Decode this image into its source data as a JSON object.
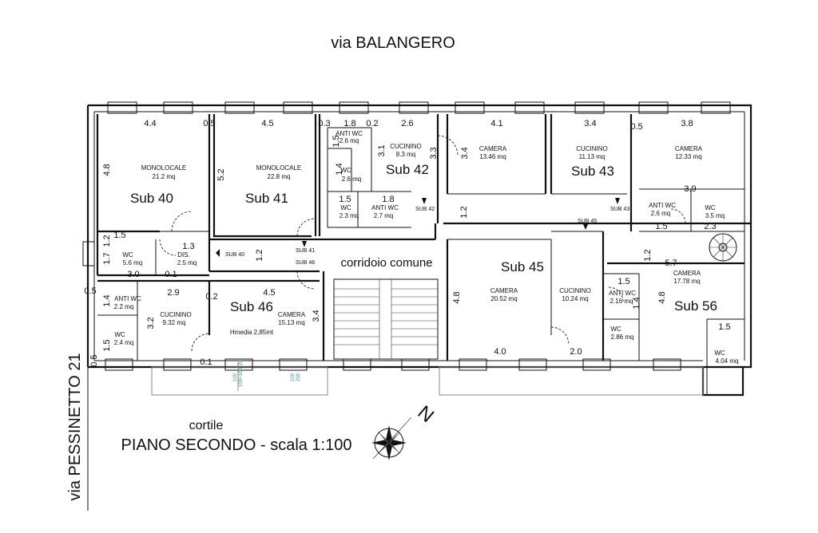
{
  "streets": {
    "top": "via BALANGERO",
    "left": "via PESSINETTO 21"
  },
  "courtyard": "cortile",
  "plan_title": "PIANO SECONDO - scala 1:100",
  "corridor": "corridoio comune",
  "north": "N",
  "average_height": "Hmedia 2,85mt",
  "subs": {
    "s40": "Sub 40",
    "s41": "Sub 41",
    "s42": "Sub 42",
    "s43": "Sub 43",
    "s45": "Sub 45",
    "s46": "Sub 46",
    "s56": "Sub 56"
  },
  "markers": {
    "m40": "SUB 40",
    "m41": "SUB 41",
    "m46": "SUB 46",
    "m42": "SUB 42",
    "m43": "SUB 43",
    "m45": "SUB 45"
  },
  "rooms": {
    "mono40_name": "MONOLOCALE",
    "mono40_area": "21.2 mq",
    "mono41_name": "MONOLOCALE",
    "mono41_area": "22.8 mq",
    "antiwc42_name": "ANTI WC",
    "antiwc42_area": "2.6 mq",
    "wc42_name": "WC",
    "wc42_area": "2.6 mq",
    "cuc42_name": "CUCININO",
    "cuc42_area": "8.3 mq",
    "wc_b_name": "WC",
    "wc_b_area": "2.3 mq",
    "antiwc_b_name": "ANTI WC",
    "antiwc_b_area": "2.7 mq",
    "cam42_name": "CAMERA",
    "cam42_area": "13.46 mq",
    "cuc43_name": "CUCININO",
    "cuc43_area": "11.13 mq",
    "cam56a_name": "CAMERA",
    "cam56a_area": "12.33 mq",
    "antiwc56_name": "ANTI WC",
    "antiwc56_area": "2.6 mq",
    "wc56a_name": "WC",
    "wc56a_area": "3.5 mq",
    "wc40_name": "WC",
    "wc40_area": "5.6 mq",
    "dis40_name": "DIS.",
    "dis40_area": "2.5 mq",
    "antiwc46_name": "ANTI WC",
    "antiwc46_area": "2.2 mq",
    "wc46_name": "WC",
    "wc46_area": "2.4 mq",
    "cuc46_name": "CUCININO",
    "cuc46_area": "9.32 mq",
    "cam46_name": "CAMERA",
    "cam46_area": "15.13 mq",
    "cam45_name": "CAMERA",
    "cam45_area": "20.52 mq",
    "cuc45_name": "CUCININO",
    "cuc45_area": "10.24 mq",
    "antiwc45_name": "ANTI WC",
    "antiwc45_area": "2.16 mq",
    "wc45_name": "WC",
    "wc45_area": "2.86 mq",
    "cam56b_name": "CAMERA",
    "cam56b_area": "17.78 mq",
    "wc56b_name": "WC",
    "wc56b_area": "4.04 mq"
  },
  "dims": {
    "d1": "4.4",
    "d2": "0.5",
    "d3": "4.5",
    "d4": "0.3",
    "d5": "1.8",
    "d6": "0.2",
    "d7": "2.6",
    "d8": "4.1",
    "d9": "3.4",
    "d10": "0.5",
    "d11": "3.8",
    "d12": "4.8",
    "d13": "5.2",
    "d14": "1.5",
    "d15": "1.4",
    "d16": "3.1",
    "d17": "3.3",
    "d18": "3.4",
    "d19": "1.5",
    "d20": "1.8",
    "d21": "1.2",
    "d22": "1.5",
    "d23": "1.3",
    "d24": "1.7",
    "d25": "3.0",
    "d26": "0.1",
    "d27": "1.2",
    "d28": "3.9",
    "d29": "1.5",
    "d30": "2.3",
    "d31": "1.2",
    "d32": "5.7",
    "d33": "0.5",
    "d34": "2.9",
    "d35": "0.2",
    "d36": "4.5",
    "d37": "1.4",
    "d38": "3.2",
    "d39": "3.4",
    "d40": "1.5",
    "d41": "0.5",
    "d42": "4.8",
    "d43": "4.0",
    "d44": "2.0",
    "d45": "1.5",
    "d46": "1.4",
    "d47": "4.8",
    "d48": "1.5",
    "d49": "1.2",
    "d50": "0.1"
  },
  "window_notes": {
    "w1": "100",
    "w2": "100+100+20",
    "w3": "100",
    "w4": "255"
  }
}
